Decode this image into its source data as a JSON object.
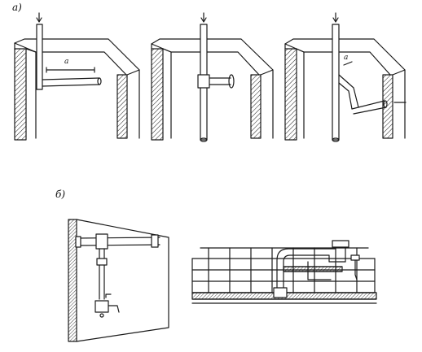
{
  "labels": {
    "part_a": "а)",
    "part_b": "б)",
    "dim_a1": "a",
    "dim_a3": "a"
  },
  "colors": {
    "ink": "#1a1a1a",
    "paper": "#ffffff"
  }
}
